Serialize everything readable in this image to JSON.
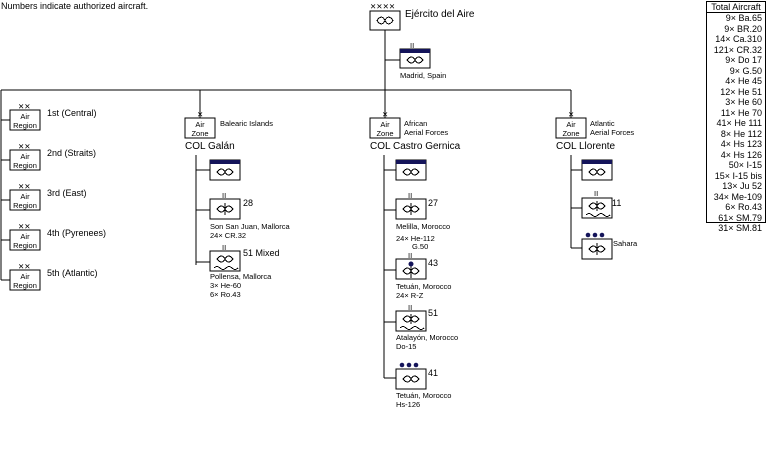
{
  "note": "Numbers indicate authorized aircraft.",
  "hq": {
    "name": "Ejército del Aire",
    "sub_location": "Madrid, Spain"
  },
  "air_regions": [
    {
      "label": "1st (Central)"
    },
    {
      "label": "2nd (Straits)"
    },
    {
      "label": "3rd (East)"
    },
    {
      "label": "4th (Pyrenees)"
    },
    {
      "label": "5th (Atlantic)"
    }
  ],
  "symbol_texts": {
    "air_line1": "Air",
    "region": "Region",
    "zone": "Zone"
  },
  "zones": [
    {
      "name": "Balearic Islands",
      "name_line2": "",
      "commander": "COL Galán",
      "units": [
        {
          "number": "28",
          "location": "Son San Juan, Mallorca",
          "aircraft": [
            "24× CR.32"
          ]
        },
        {
          "number": "51 Mixed",
          "location": "Pollensa, Mallorca",
          "aircraft": [
            "3× He-60",
            "6× Ro.43"
          ]
        }
      ]
    },
    {
      "name": "African",
      "name_line2": "Aerial Forces",
      "commander": "COL Castro Gernica",
      "units": [
        {
          "number": "27",
          "location": "Melilla, Morocco",
          "aircraft": [
            "24× He-112",
            "G.50"
          ]
        },
        {
          "number": "43",
          "location": "Tetuán, Morocco",
          "aircraft": [
            "24× R-Z"
          ]
        },
        {
          "number": "51",
          "location": "Atalayón, Morocco",
          "aircraft": [
            "Do-15"
          ]
        },
        {
          "number": "41",
          "location": "Tetuán, Morocco",
          "aircraft": [
            "Hs-126"
          ]
        }
      ]
    },
    {
      "name": "Atlantic",
      "name_line2": "Aerial Forces",
      "commander": "COL Llorente",
      "units": [
        {
          "number": "11",
          "location": "",
          "aircraft": []
        },
        {
          "number": "",
          "location": "Sahara",
          "aircraft": []
        }
      ]
    }
  ],
  "totals": {
    "header": "Total  Aircraft",
    "rows": [
      "9× Ba.65",
      "9× BR.20",
      "14× Ca.310",
      "121× CR.32",
      "9× Do 17",
      "9× G.50",
      "4× He 45",
      "12× He 51",
      "3× He 60",
      "11× He 70",
      "41× He 111",
      "8× He 112",
      "4× Hs 123",
      "4× Hs 126",
      "50× I-15",
      "15× I-15 bis",
      "13× Ju 52",
      "34× Me-109",
      "6× Ro.43",
      "61× SM.79",
      "31× SM.81"
    ]
  },
  "colors": {
    "navy_bar": "#14145a",
    "line": "#000000"
  }
}
